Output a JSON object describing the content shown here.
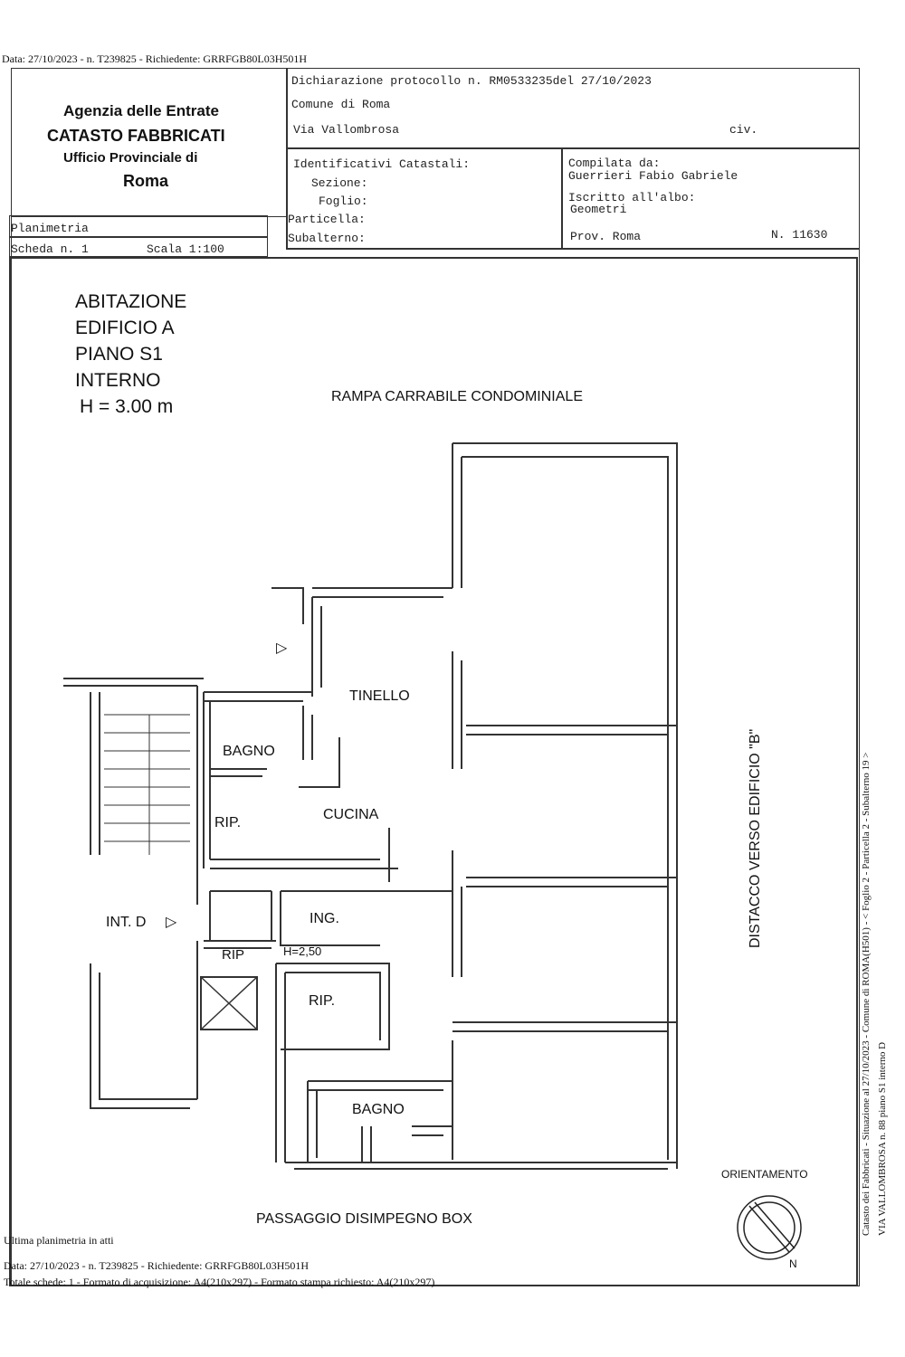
{
  "header_meta": "Data: 27/10/2023 - n. T239825 - Richiedente: GRRFGB80L03H501H",
  "agency": {
    "line1": "Agenzia delle Entrate",
    "line2": "CATASTO FABBRICATI",
    "line3": "Ufficio Provinciale di",
    "line4": "Roma"
  },
  "declaration": {
    "protocol": "Dichiarazione protocollo n. RM0533235del  27/10/2023",
    "comune": "Comune di Roma",
    "via": "Via Vallombrosa",
    "civ": "civ."
  },
  "identifiers": {
    "title": "Identificativi Catastali:",
    "sezione": "Sezione:",
    "foglio": "Foglio:",
    "particella": "Particella:",
    "subalterno": "Subalterno:"
  },
  "compiled": {
    "label": "Compilata da:",
    "name": "Guerrieri Fabio Gabriele",
    "albo_label": "Iscritto all'albo:",
    "albo": "Geometri",
    "prov": "Prov. Roma",
    "number": "N. 11630"
  },
  "sheet": {
    "title": "Planimetria",
    "scheda": "Scheda n. 1",
    "scala": "Scala 1:100"
  },
  "plan_title": {
    "l1": "ABITAZIONE",
    "l2": "EDIFICIO A",
    "l3": "PIANO S1",
    "l4": "INTERNO",
    "l5": "H = 3.00 m"
  },
  "labels": {
    "rampa": "RAMPA CARRABILE CONDOMINIALE",
    "tinello": "TINELLO",
    "bagno1": "BAGNO",
    "cucina": "CUCINA",
    "rip1": "RIP.",
    "int_d": "INT. D",
    "ing": "ING.",
    "rip2": "RIP",
    "h250": "H=2,50",
    "rip3": "RIP.",
    "bagno2": "BAGNO",
    "passaggio": "PASSAGGIO DISIMPEGNO BOX",
    "distacco": "DISTACCO VERSO EDIFICIO \"B\"",
    "orientamento": "ORIENTAMENTO",
    "north": "N"
  },
  "side_text": {
    "col1": "Catasto dei Fabbricati - Situazione al 27/10/2023 - Comune di ROMA(H501) - < Foglio 2 - Particella 2 - Subalterno 19 >",
    "col2": "VIA VALLOMBROSA n. 88 piano S1 interno D"
  },
  "footer": {
    "ultima": "Ultima planimetria in atti",
    "meta": "Data: 27/10/2023 - n. T239825 - Richiedente: GRRFGB80L03H501H",
    "schede": "Totale schede: 1 - Formato di acquisizione: A4(210x297) - Formato stampa richiesto: A4(210x297)"
  }
}
